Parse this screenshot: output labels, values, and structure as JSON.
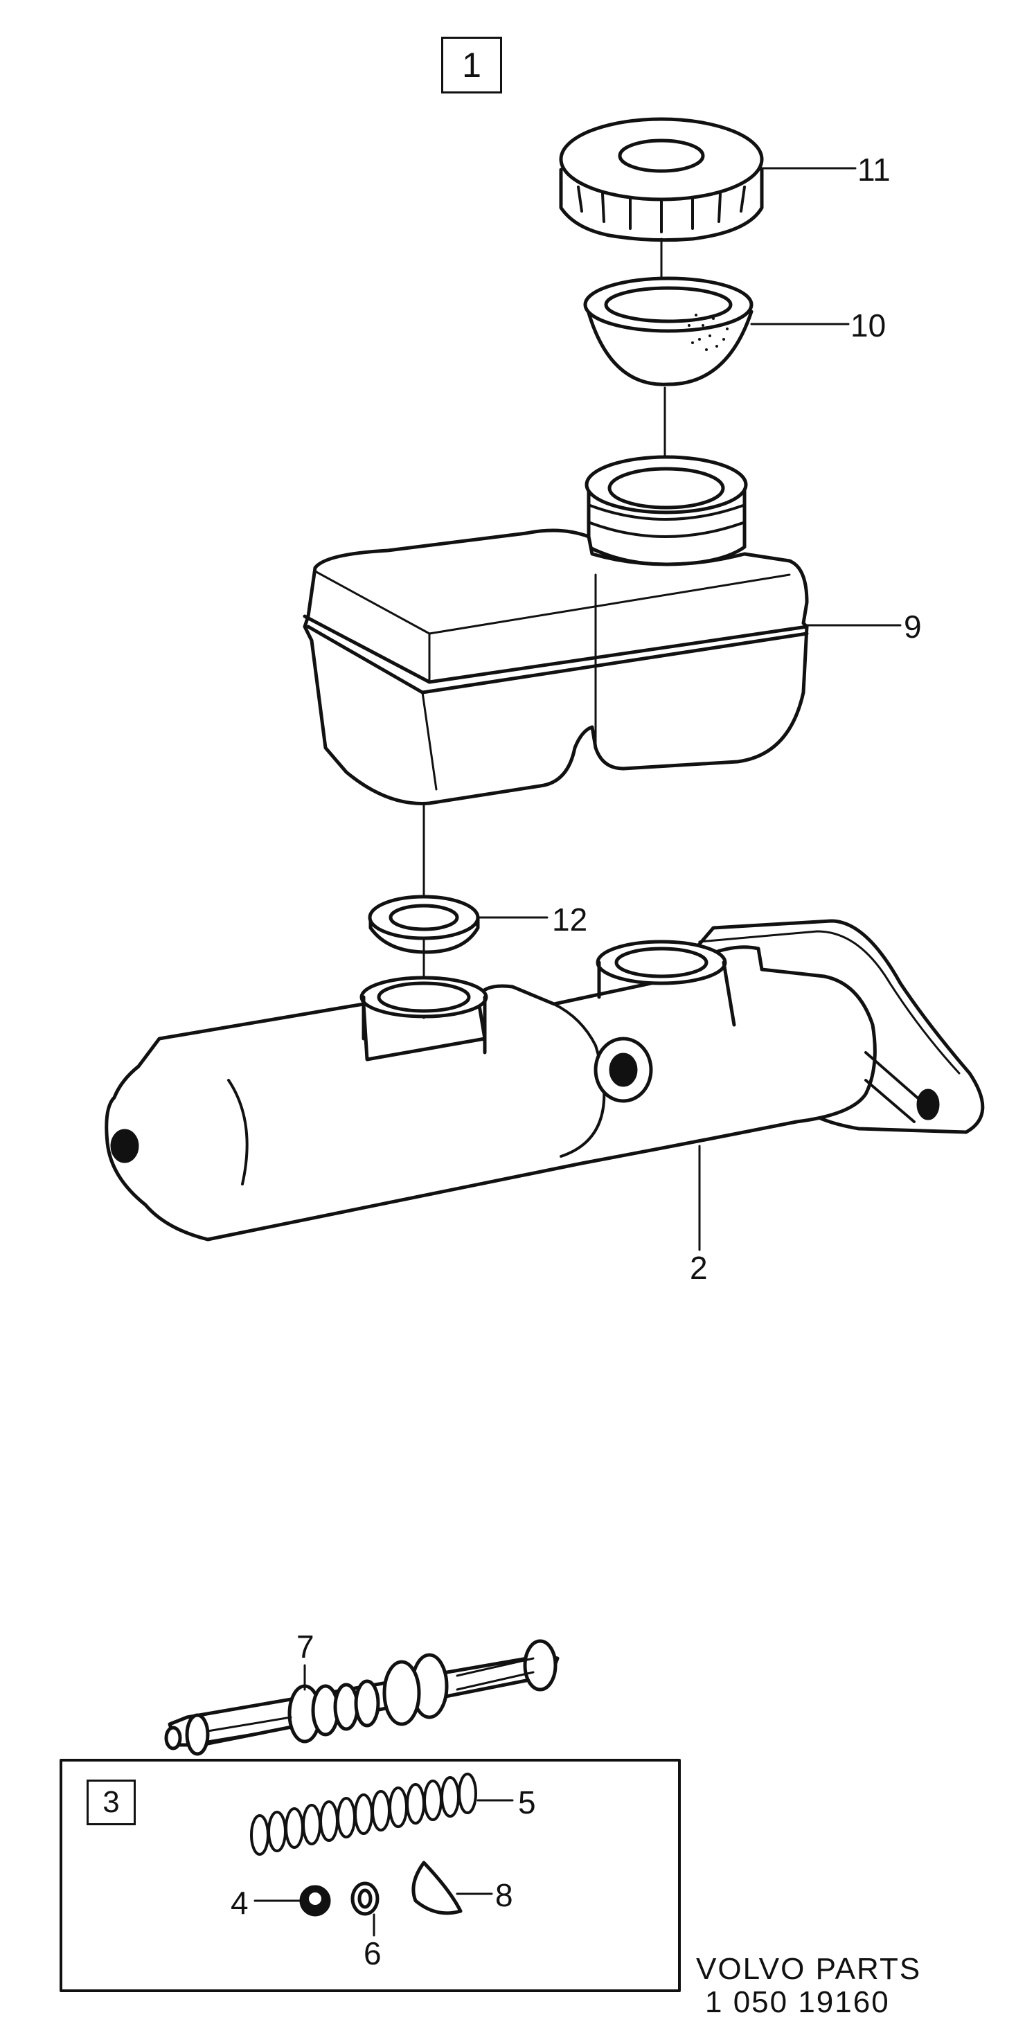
{
  "diagram": {
    "assembly_label": "1",
    "kit_label": "3",
    "callouts": {
      "cap": "11",
      "strainer": "10",
      "reservoir": "9",
      "seal": "12",
      "cylinder": "2",
      "piston": "7",
      "spring": "5",
      "washer": "4",
      "ring": "6",
      "clip": "8"
    }
  },
  "footer": {
    "line1": "VOLVO  PARTS",
    "line2": "1 050 19160"
  }
}
